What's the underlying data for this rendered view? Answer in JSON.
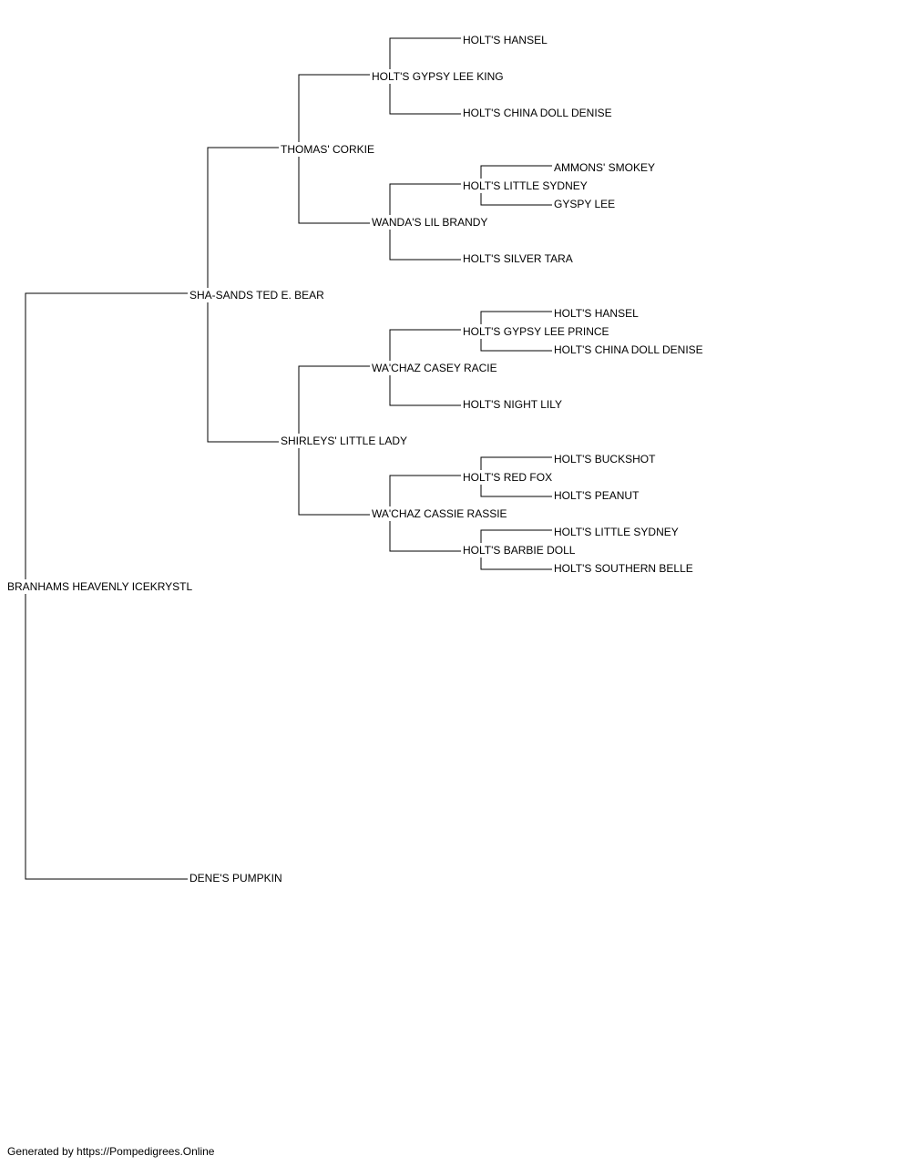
{
  "pedigree": {
    "subject": "BRANHAMS HEAVENLY ICEKRYSTL",
    "sire": "SHA-SANDS TED E. BEAR",
    "dam": "DENE'S PUMPKIN",
    "sire_sire": "THOMAS' CORKIE",
    "sire_dam": "SHIRLEYS' LITTLE LADY",
    "sire_sire_sire": "HOLT'S GYPSY LEE KING",
    "sire_sire_dam": "WANDA'S LIL BRANDY",
    "sire_dam_sire": "WA'CHAZ CASEY RACIE",
    "sire_dam_dam": "WA'CHAZ CASSIE RASSIE",
    "sire_sire_sire_sire": "HOLT'S HANSEL",
    "sire_sire_sire_dam": "HOLT'S CHINA DOLL DENISE",
    "sire_sire_dam_sire": "HOLT'S LITTLE SYDNEY",
    "sire_sire_dam_dam": "HOLT'S SILVER TARA",
    "sire_dam_sire_sire": "HOLT'S GYPSY LEE PRINCE",
    "sire_dam_sire_dam": "HOLT'S NIGHT LILY",
    "sire_dam_dam_sire": "HOLT'S RED FOX",
    "sire_dam_dam_dam": "HOLT'S BARBIE DOLL",
    "sire_sire_dam_sire_sire": "AMMONS' SMOKEY",
    "sire_sire_dam_sire_dam": "GYSPY LEE",
    "sire_dam_sire_sire_sire": "HOLT'S HANSEL",
    "sire_dam_sire_sire_dam": "HOLT'S CHINA DOLL DENISE",
    "sire_dam_dam_sire_sire": "HOLT'S BUCKSHOT",
    "sire_dam_dam_sire_dam": "HOLT'S PEANUT",
    "sire_dam_dam_dam_sire": "HOLT'S LITTLE SYDNEY",
    "sire_dam_dam_dam_dam": "HOLT'S SOUTHERN BELLE"
  },
  "footer": "Generated by https://Pompedigrees.Online"
}
